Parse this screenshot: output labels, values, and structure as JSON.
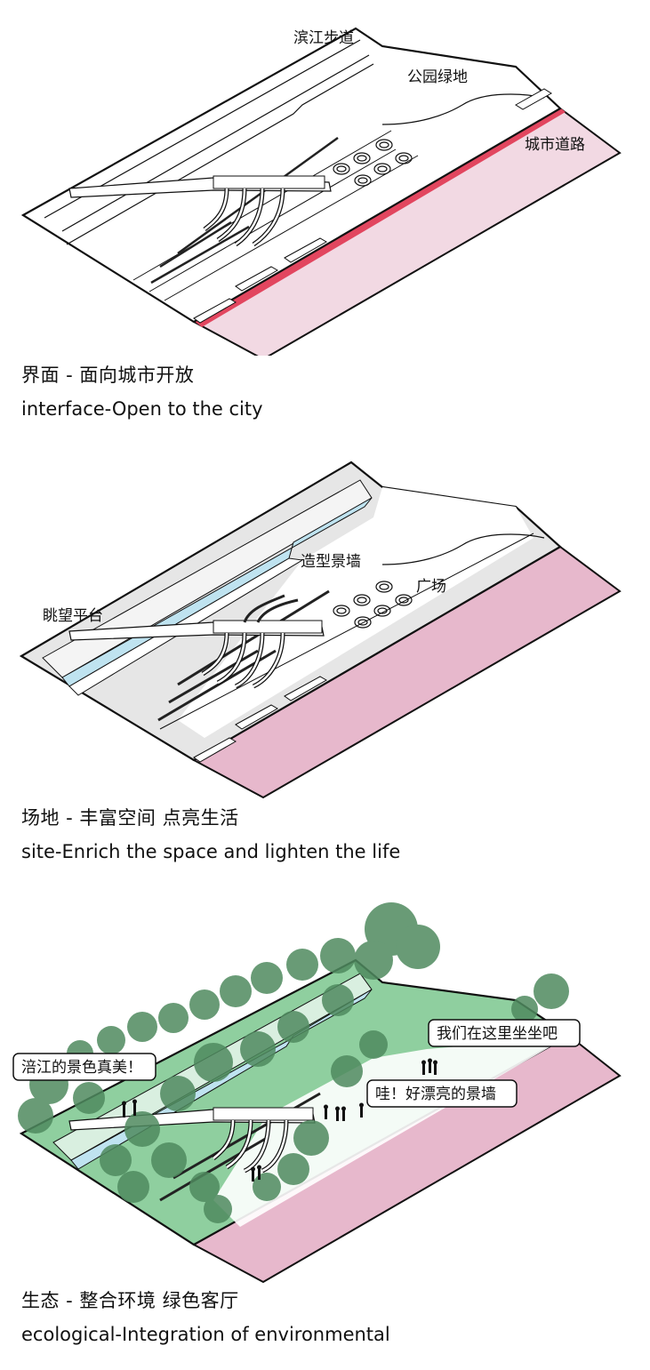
{
  "panels": [
    {
      "labels": {
        "riverside_walk": "滨江步道",
        "park_green": "公园绿地",
        "city_road": "城市道路"
      },
      "caption_cn": "界面 - 面向城市开放",
      "caption_en": "interface-Open to the city"
    },
    {
      "labels": {
        "sculpted_wall": "造型景墙",
        "plaza": "广场",
        "lookout": "眺望平台"
      },
      "caption_cn": "场地 - 丰富空间 点亮生活",
      "caption_en": "site-Enrich the space and lighten the life"
    },
    {
      "bubbles": {
        "river_view": "涪江的景色真美！",
        "sit_here": "我们在这里坐坐吧",
        "wall_wow": "哇！好漂亮的景墙"
      },
      "caption_cn": "生态 - 整合环境 绿色客厅",
      "caption_en": "ecological-Integration of environmental"
    }
  ],
  "colors": {
    "road_red": "#e2465f",
    "road_pink_light": "#f2d9e3",
    "road_pink": "#e7b8cc",
    "water_blue": "#bfe3f0",
    "plaza_grey": "#e6e6e6",
    "green_fill": "#8fcf9f",
    "tree": "#4f8a5f"
  }
}
